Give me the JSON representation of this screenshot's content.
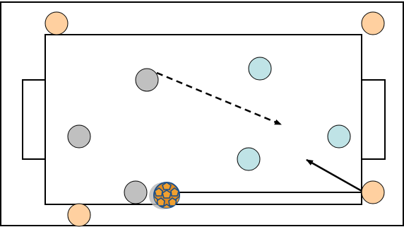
{
  "diagram": {
    "colors": {
      "background": "#ffffff",
      "line": "#000000",
      "team_gray": "#c0c0c0",
      "team_blue": "#bfe3e6",
      "neutral_peach": "#ffd0a0",
      "ball_panel": "#e08a1e",
      "ball_seam": "#1b4f8a"
    },
    "players": {
      "gray_team": [
        "gray-player",
        "gray-player",
        "gray-player"
      ],
      "blue_team": [
        "blue-player",
        "blue-player",
        "blue-player"
      ],
      "neutral": [
        "neutral-player",
        "neutral-player",
        "neutral-player",
        "neutral-player"
      ]
    },
    "arrows": [
      {
        "style": "dashed",
        "meaning": "run"
      },
      {
        "style": "solid",
        "meaning": "pass"
      }
    ],
    "ball_icon": "soccer-ball-icon"
  }
}
